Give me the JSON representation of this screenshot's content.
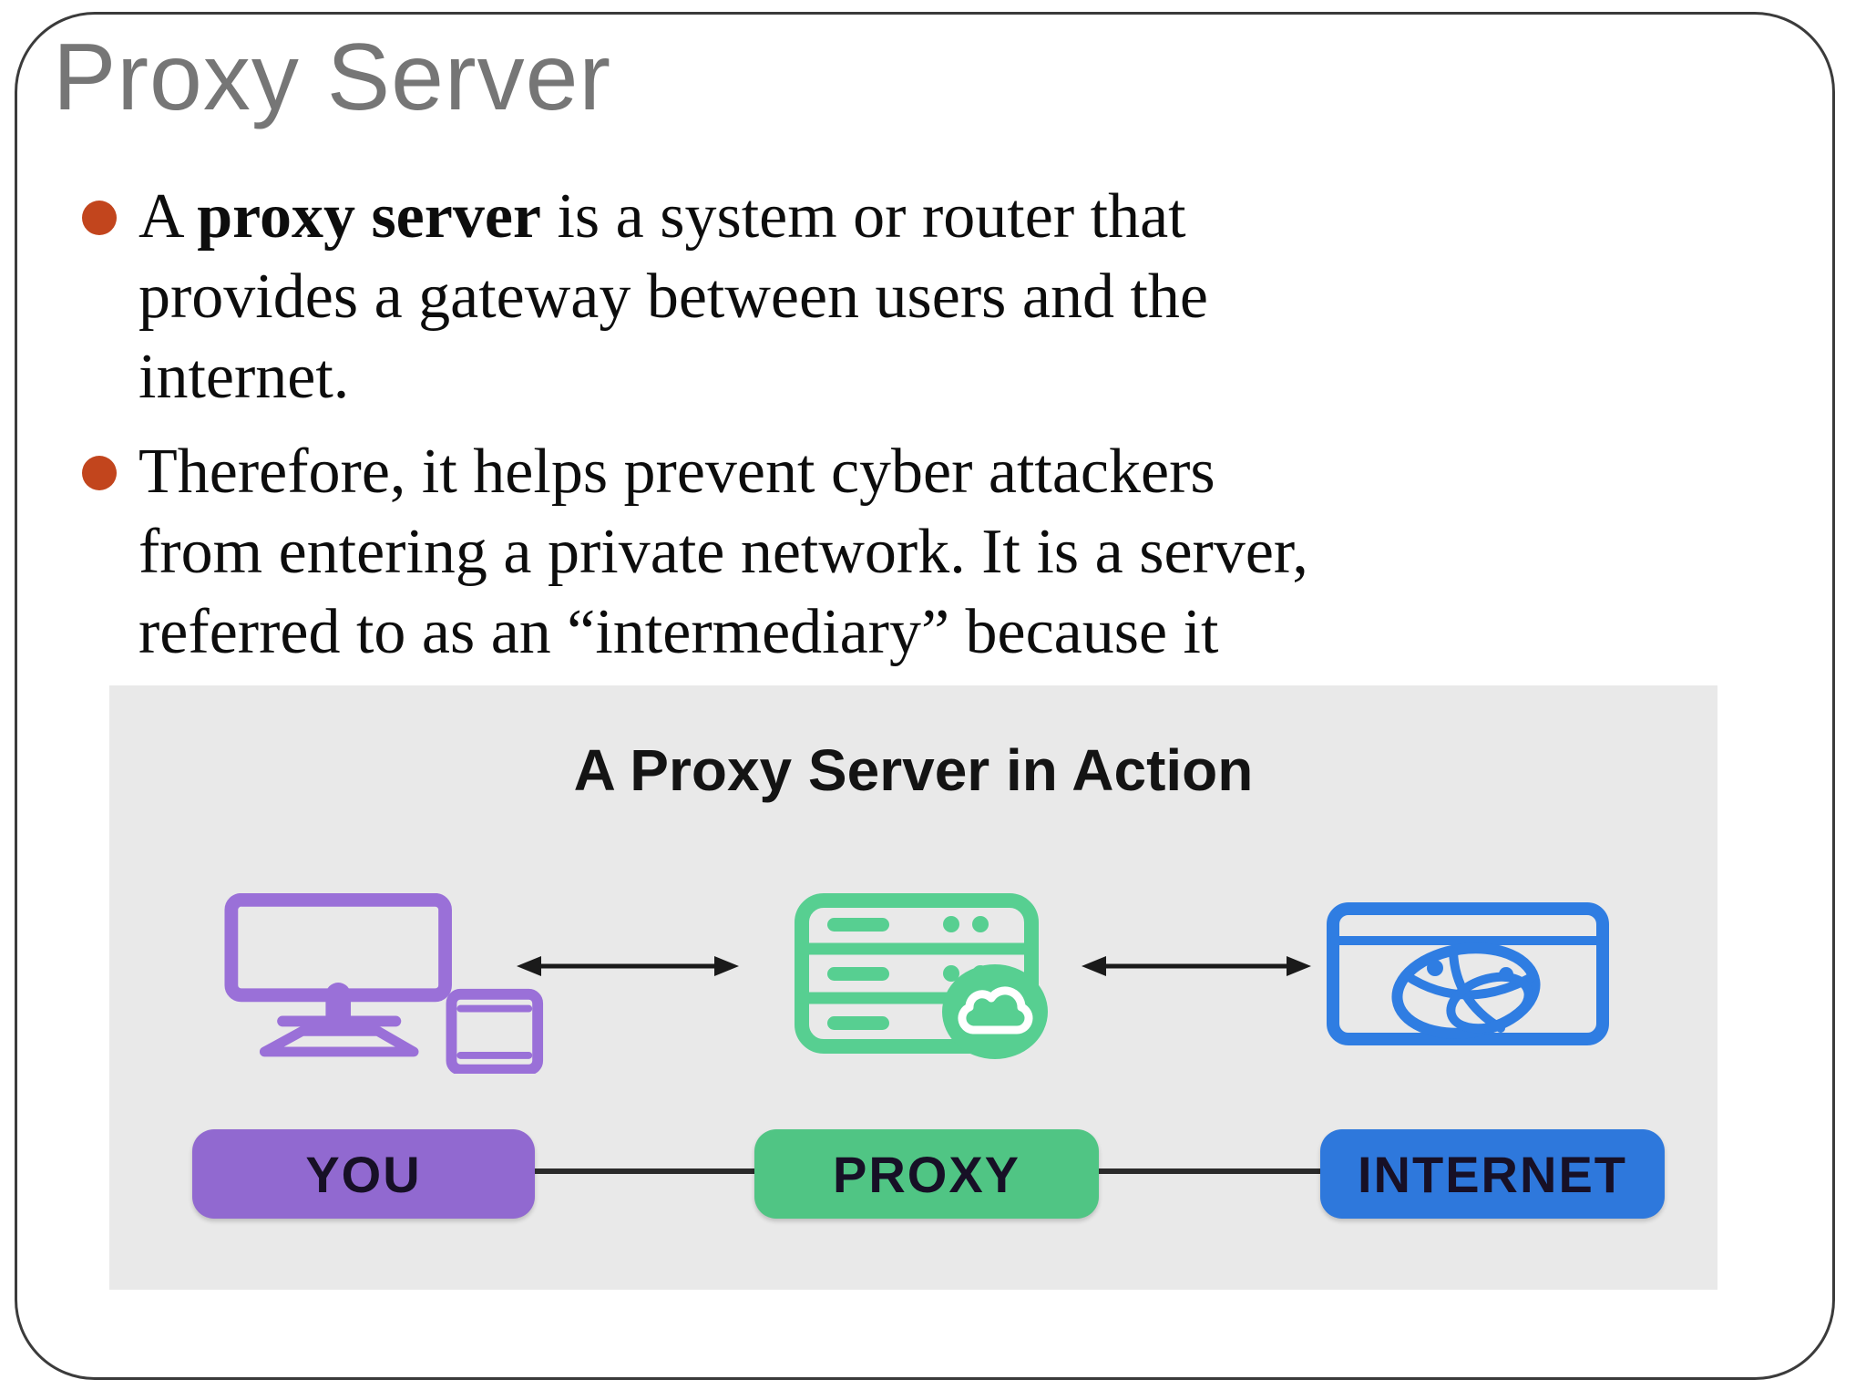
{
  "slide": {
    "title": "Proxy Server",
    "colors": {
      "title_text": "#767676",
      "body_text": "#0d0d0d",
      "bullet_marker": "#c2451d",
      "frame_border": "#3b3b3b",
      "background": "#ffffff"
    }
  },
  "bullets": [
    {
      "lines": [
        {
          "pre": "A ",
          "bold": "proxy server",
          "rest": " is a system or router that"
        },
        {
          "text": "provides a gateway between users and the"
        },
        {
          "text": "internet."
        }
      ]
    },
    {
      "lines": [
        {
          "text": "Therefore, it helps prevent cyber attackers"
        },
        {
          "text": "from entering a private network. It is a server,"
        },
        {
          "text": "referred to as an “intermediary” because it"
        }
      ]
    }
  ],
  "diagram": {
    "title": "A Proxy Server in Action",
    "background": "#e9e9e9",
    "nodes": [
      {
        "id": "you",
        "label": "YOU",
        "color": "#9169d0",
        "icon": "computer-devices-icon",
        "icon_color": "#9a70d8"
      },
      {
        "id": "proxy",
        "label": "PROXY",
        "color": "#50c584",
        "icon": "server-cloud-icon",
        "icon_color": "#57cf91"
      },
      {
        "id": "internet",
        "label": "INTERNET",
        "color": "#2e78dc",
        "icon": "browser-globe-icon",
        "icon_color": "#2f7de2"
      }
    ],
    "connections": [
      {
        "from": "YOU",
        "to": "PROXY",
        "style": "double-arrow"
      },
      {
        "from": "PROXY",
        "to": "INTERNET",
        "style": "double-arrow"
      }
    ]
  }
}
